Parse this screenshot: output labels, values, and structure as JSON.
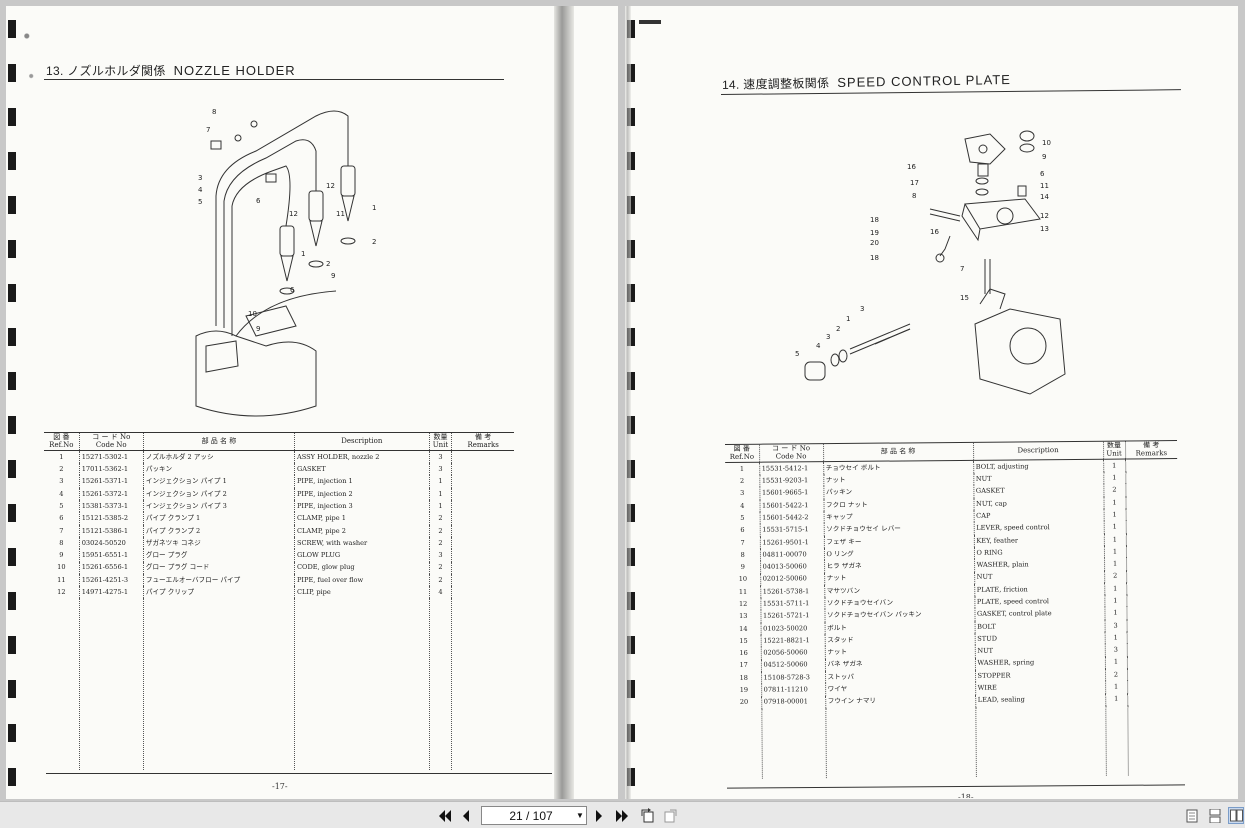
{
  "viewer": {
    "left_page": {
      "section_title_jp": "13. ノズルホルダ関係",
      "section_title_en": "NOZZLE HOLDER",
      "page_number": "-17-",
      "headers": {
        "ref_jp": "図 番",
        "ref": "Ref.No",
        "code_jp": "コ ー ド No",
        "code": "Code No",
        "name_jp": "部 品 名 称",
        "description": "Description",
        "unit_jp": "数量",
        "unit": "Unit",
        "remarks_jp": "備 考",
        "remarks": "Remarks"
      },
      "rows": [
        {
          "ref": "1",
          "code": "15271-5302-1",
          "jp": "ノズルホルダ 2 アッシ",
          "desc": "ASSY HOLDER, nozzle 2",
          "unit": "3"
        },
        {
          "ref": "2",
          "code": "17011-5362-1",
          "jp": "パッキン",
          "desc": "GASKET",
          "unit": "3"
        },
        {
          "ref": "3",
          "code": "15261-5371-1",
          "jp": "インジェクション パイプ 1",
          "desc": "PIPE, injection 1",
          "unit": "1"
        },
        {
          "ref": "4",
          "code": "15261-5372-1",
          "jp": "インジェクション パイプ 2",
          "desc": "PIPE, injection 2",
          "unit": "1"
        },
        {
          "ref": "5",
          "code": "15381-5373-1",
          "jp": "インジェクション パイプ 3",
          "desc": "PIPE, injection 3",
          "unit": "1"
        },
        {
          "ref": "6",
          "code": "15121-5385-2",
          "jp": "パイプ クランプ 1",
          "desc": "CLAMP, pipe 1",
          "unit": "2"
        },
        {
          "ref": "7",
          "code": "15121-5386-1",
          "jp": "パイプ クランプ 2",
          "desc": "CLAMP, pipe 2",
          "unit": "2"
        },
        {
          "ref": "8",
          "code": "03024-50520",
          "jp": "ザガネツキ コネジ",
          "desc": "SCREW, with washer",
          "unit": "2"
        },
        {
          "ref": "9",
          "code": "15951-6551-1",
          "jp": "グロー プラグ",
          "desc": "GLOW PLUG",
          "unit": "3"
        },
        {
          "ref": "10",
          "code": "15261-6556-1",
          "jp": "グロー プラグ コード",
          "desc": "CODE, glow plug",
          "unit": "2"
        },
        {
          "ref": "11",
          "code": "15261-4251-3",
          "jp": "フューエルオーバフロー パイプ",
          "desc": "PIPE, fuel over flow",
          "unit": "2"
        },
        {
          "ref": "12",
          "code": "14971-4275-1",
          "jp": "パイプ クリップ",
          "desc": "CLIP, pipe",
          "unit": "4"
        }
      ],
      "callouts": [
        "8",
        "7",
        "6",
        "3",
        "4",
        "5",
        "12",
        "12",
        "11",
        "1",
        "2",
        "1",
        "2",
        "9",
        "10",
        "9",
        "6"
      ]
    },
    "right_page": {
      "section_title_jp": "14. 速度調整板関係",
      "section_title_en": "SPEED CONTROL PLATE",
      "page_number": "-18-",
      "headers": {
        "ref_jp": "図 番",
        "ref": "Ref.No",
        "code_jp": "コ ー ド No",
        "code": "Code No",
        "name_jp": "部 品 名 称",
        "description": "Description",
        "unit_jp": "数量",
        "unit": "Unit",
        "remarks_jp": "備 考",
        "remarks": "Remarks"
      },
      "rows": [
        {
          "ref": "1",
          "code": "15531-5412-1",
          "jp": "チョウセイ ボルト",
          "desc": "BOLT, adjusting",
          "unit": "1"
        },
        {
          "ref": "2",
          "code": "15531-9203-1",
          "jp": "ナット",
          "desc": "NUT",
          "unit": "1"
        },
        {
          "ref": "3",
          "code": "15601-9665-1",
          "jp": "パッキン",
          "desc": "GASKET",
          "unit": "2"
        },
        {
          "ref": "4",
          "code": "15601-5422-1",
          "jp": "フクロ ナット",
          "desc": "NUT, cap",
          "unit": "1"
        },
        {
          "ref": "5",
          "code": "15601-5442-2",
          "jp": "キャップ",
          "desc": "CAP",
          "unit": "1"
        },
        {
          "ref": "6",
          "code": "15531-5715-1",
          "jp": "ソクドチョウセイ レバー",
          "desc": "LEVER, speed control",
          "unit": "1"
        },
        {
          "ref": "7",
          "code": "15261-9501-1",
          "jp": "フェザ キー",
          "desc": "KEY, feather",
          "unit": "1"
        },
        {
          "ref": "8",
          "code": "04811-00070",
          "jp": "O リング",
          "desc": "O RING",
          "unit": "1"
        },
        {
          "ref": "9",
          "code": "04013-50060",
          "jp": "ヒラ ザガネ",
          "desc": "WASHER, plain",
          "unit": "1"
        },
        {
          "ref": "10",
          "code": "02012-50060",
          "jp": "ナット",
          "desc": "NUT",
          "unit": "2"
        },
        {
          "ref": "11",
          "code": "15261-5738-1",
          "jp": "マサツバン",
          "desc": "PLATE, friction",
          "unit": "1"
        },
        {
          "ref": "12",
          "code": "15531-5711-1",
          "jp": "ソクドチョウセイバン",
          "desc": "PLATE, speed control",
          "unit": "1"
        },
        {
          "ref": "13",
          "code": "15261-5721-1",
          "jp": "ソクドチョウセイバン パッキン",
          "desc": "GASKET, control plate",
          "unit": "1"
        },
        {
          "ref": "14",
          "code": "01023-50020",
          "jp": "ボルト",
          "desc": "BOLT",
          "unit": "3"
        },
        {
          "ref": "15",
          "code": "15221-8821-1",
          "jp": "スタッド",
          "desc": "STUD",
          "unit": "1"
        },
        {
          "ref": "16",
          "code": "02056-50060",
          "jp": "ナット",
          "desc": "NUT",
          "unit": "3"
        },
        {
          "ref": "17",
          "code": "04512-50060",
          "jp": "バネ ザガネ",
          "desc": "WASHER, spring",
          "unit": "1"
        },
        {
          "ref": "18",
          "code": "15108-5728-3",
          "jp": "ストッパ",
          "desc": "STOPPER",
          "unit": "2"
        },
        {
          "ref": "19",
          "code": "07811-11210",
          "jp": "ワイヤ",
          "desc": "WIRE",
          "unit": "1"
        },
        {
          "ref": "20",
          "code": "07918-00001",
          "jp": "フウイン ナマリ",
          "desc": "LEAD, sealing",
          "unit": "1"
        }
      ],
      "callouts": [
        "10",
        "9",
        "16",
        "6",
        "17",
        "11",
        "8",
        "14",
        "18",
        "12",
        "19",
        "16",
        "13",
        "20",
        "18",
        "7",
        "15",
        "3",
        "1",
        "2",
        "3",
        "4",
        "5"
      ]
    }
  },
  "toolbar": {
    "page_display": "21 / 107",
    "icons": [
      "first-page-icon",
      "prev-page-icon",
      "next-page-icon",
      "last-page-icon",
      "rotate-icon",
      "rotate-alt-icon",
      "single-page-icon",
      "continuous-page-icon",
      "two-page-icon"
    ]
  }
}
